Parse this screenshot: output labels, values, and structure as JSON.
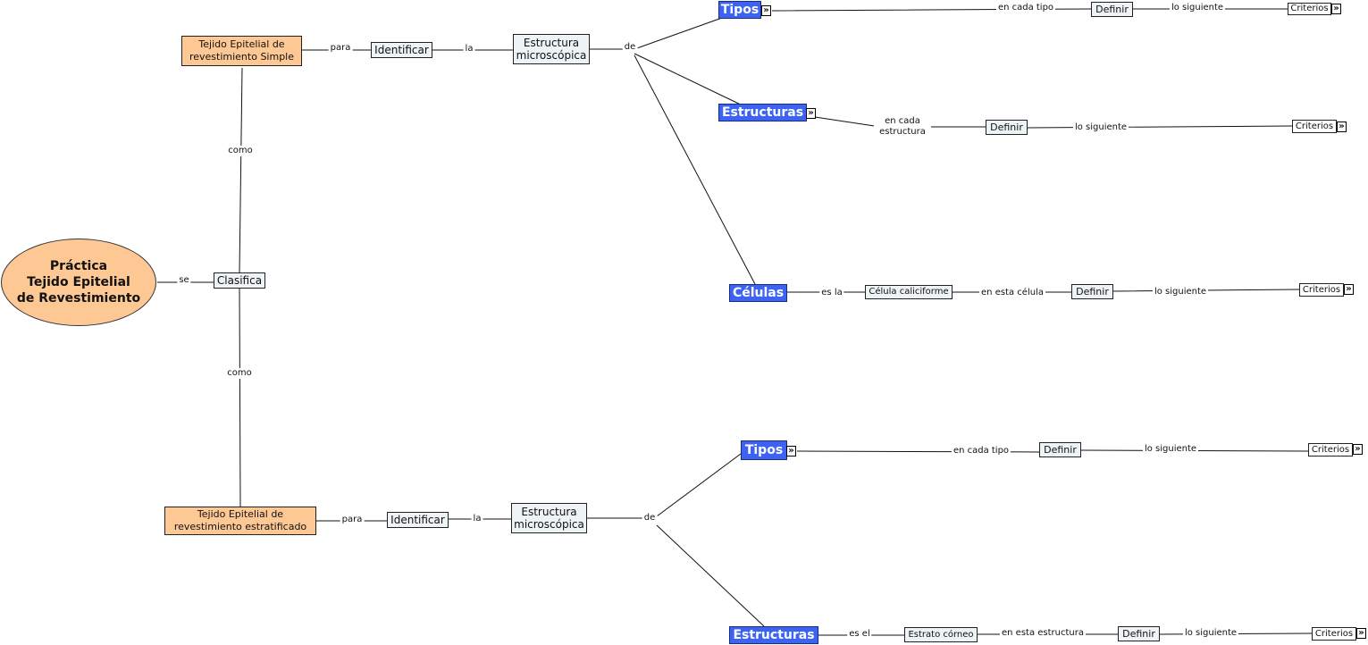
{
  "main": {
    "line1": "Práctica",
    "line2": "Tejido Epitelial",
    "line3": "de Revestimiento"
  },
  "colors": {
    "orange": "#fec895",
    "blue": "#3d63f2",
    "gray": "#eef3f6"
  },
  "expand_icon": "double-chevron-right-icon",
  "badge_glyph": "»",
  "clasifica": "Clasifica",
  "links": {
    "se": "se",
    "como1": "como",
    "como2": "como"
  },
  "simple": {
    "title": "Tejido Epitelial de revestimiento Simple",
    "para": "para",
    "identificar": "Identificar",
    "la": "la",
    "estructura": "Estructura microscópica",
    "de": "de",
    "tipos": {
      "label": "Tipos",
      "link1": "en cada tipo",
      "definir": "Definir",
      "link2": "lo siguiente",
      "criterios": "Criterios"
    },
    "estructuras": {
      "label": "Estructuras",
      "link1": "en cada estructura",
      "definir": "Definir",
      "link2": "lo siguiente",
      "criterios": "Criterios"
    },
    "celulas": {
      "label": "Células",
      "link0": "es la",
      "celula": "Célula caliciforme",
      "link1": "en esta célula",
      "definir": "Definir",
      "link2": "lo siguiente",
      "criterios": "Criterios"
    }
  },
  "estratificado": {
    "title": "Tejido Epitelial de revestimiento estratificado",
    "para": "para",
    "identificar": "Identificar",
    "la": "la",
    "estructura": "Estructura microscópica",
    "de": "de",
    "tipos": {
      "label": "Tipos",
      "link1": "en cada tipo",
      "definir": "Definir",
      "link2": "lo siguiente",
      "criterios": "Criterios"
    },
    "estructuras": {
      "label": "Estructuras",
      "link0": "es el",
      "estrato": "Estrato córneo",
      "link1": "en esta estructura",
      "definir": "Definir",
      "link2": "lo siguiente",
      "criterios": "Criterios"
    }
  }
}
